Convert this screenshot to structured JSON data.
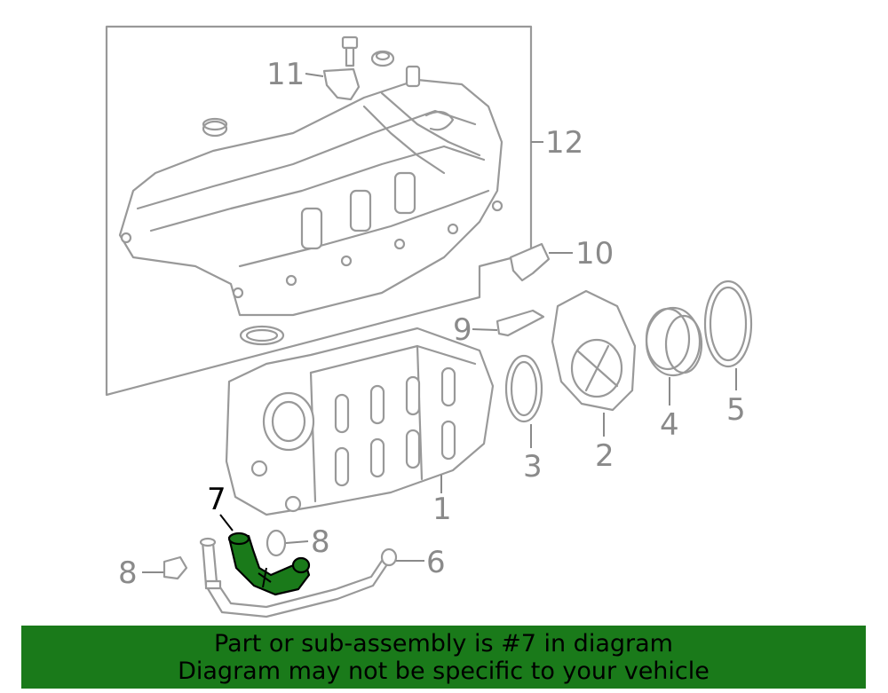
{
  "callouts": {
    "c1": "1",
    "c2": "2",
    "c3": "3",
    "c4": "4",
    "c5": "5",
    "c6": "6",
    "c7": "7",
    "c8a": "8",
    "c8b": "8",
    "c9": "9",
    "c10": "10",
    "c11": "11",
    "c12": "12"
  },
  "highlight_color": "#1a7a1a",
  "banner": {
    "line1": "Part or sub-assembly is #7 in diagram",
    "line2": "Diagram may not be specific to your vehicle"
  }
}
